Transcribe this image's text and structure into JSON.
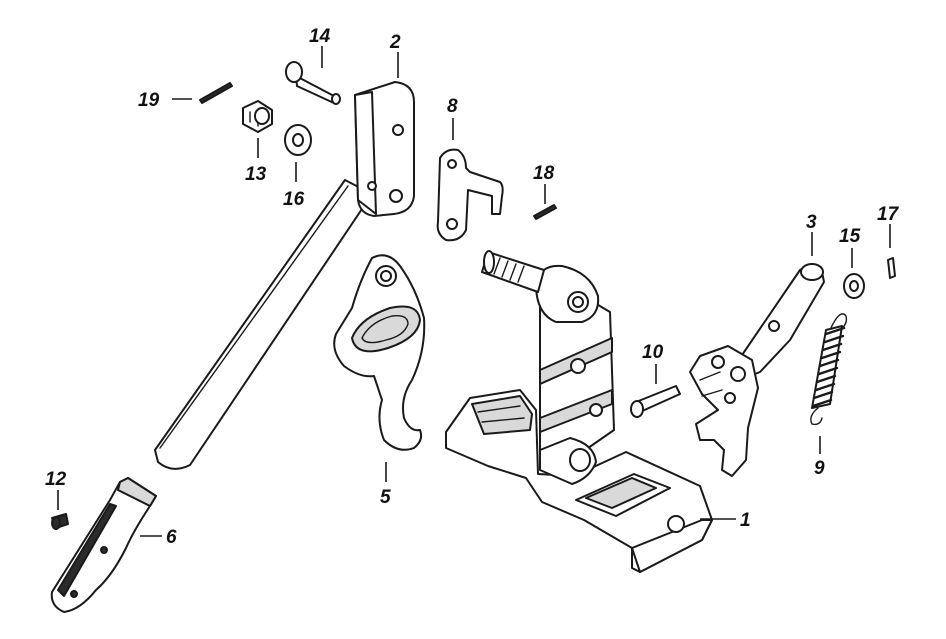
{
  "callouts": [
    {
      "id": "1",
      "text": "1"
    },
    {
      "id": "2",
      "text": "2"
    },
    {
      "id": "3",
      "text": "3"
    },
    {
      "id": "5",
      "text": "5"
    },
    {
      "id": "6",
      "text": "6"
    },
    {
      "id": "8",
      "text": "8"
    },
    {
      "id": "9",
      "text": "9"
    },
    {
      "id": "10",
      "text": "10"
    },
    {
      "id": "12",
      "text": "12"
    },
    {
      "id": "13",
      "text": "13"
    },
    {
      "id": "14",
      "text": "14"
    },
    {
      "id": "15",
      "text": "15"
    },
    {
      "id": "16",
      "text": "16"
    },
    {
      "id": "17",
      "text": "17"
    },
    {
      "id": "18",
      "text": "18"
    },
    {
      "id": "19",
      "text": "19"
    }
  ],
  "colors": {
    "line": "#1a1a1a",
    "fill": "#ffffff",
    "shade": "#d9d9d9",
    "background": "#ffffff"
  }
}
